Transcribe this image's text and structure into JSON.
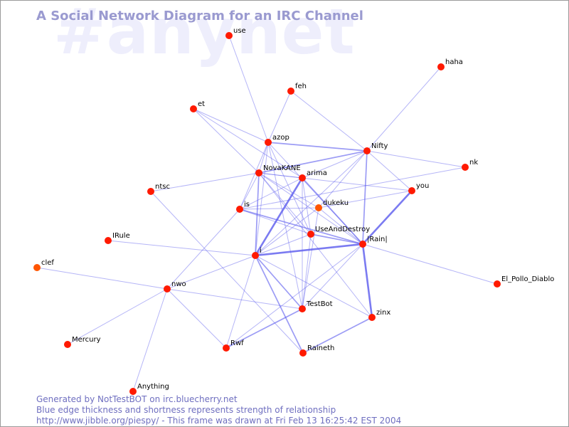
{
  "watermark": "#anynet",
  "title": "A Social Network Diagram for an IRC Channel",
  "footer": {
    "line1": "Generated by NotTestBOT on irc.bluecherry.net",
    "line2": "Blue edge thickness and shortness represents strength of relationship",
    "line3": "http://www.jibble.org/piespy/ - This frame was drawn at Fri Feb 13 16:25:42 EST 2004"
  },
  "colors": {
    "node": "#ff1a00",
    "node_recent": "#ff5500",
    "edge": "#5a5aee",
    "title": "#9a9ad0",
    "watermark": "#eeeefc",
    "footer": "#6f6fc0"
  },
  "nodes": [
    {
      "id": "use",
      "label": "use"
    },
    {
      "id": "haha",
      "label": "haha"
    },
    {
      "id": "feh",
      "label": "feh"
    },
    {
      "id": "et",
      "label": "et"
    },
    {
      "id": "azop",
      "label": "azop"
    },
    {
      "id": "nifty",
      "label": "Nifty"
    },
    {
      "id": "nk",
      "label": "nk"
    },
    {
      "id": "novakane",
      "label": "NovaKANE"
    },
    {
      "id": "arima",
      "label": "arima"
    },
    {
      "id": "ntsc",
      "label": "ntsc"
    },
    {
      "id": "you",
      "label": "you"
    },
    {
      "id": "dukeku",
      "label": "dukeku"
    },
    {
      "id": "is",
      "label": "is"
    },
    {
      "id": "useanddestroy",
      "label": "UseAndDestroy"
    },
    {
      "id": "irule",
      "label": "IRule"
    },
    {
      "id": "rain",
      "label": "|Rain|"
    },
    {
      "id": "i",
      "label": "i"
    },
    {
      "id": "clef",
      "label": "clef"
    },
    {
      "id": "nwo",
      "label": "nwo"
    },
    {
      "id": "elpollo",
      "label": "El_Pollo_Diablo"
    },
    {
      "id": "testbot",
      "label": "TestBot"
    },
    {
      "id": "zinx",
      "label": "zinx"
    },
    {
      "id": "mercury",
      "label": "Mercury"
    },
    {
      "id": "rwf",
      "label": "Rwf"
    },
    {
      "id": "raineth",
      "label": "Raineth"
    },
    {
      "id": "anything",
      "label": "Anything"
    }
  ],
  "edges": [
    {
      "from": "use",
      "to": "azop",
      "weight": 1
    },
    {
      "from": "haha",
      "to": "nifty",
      "weight": 1
    },
    {
      "from": "feh",
      "to": "azop",
      "weight": 1
    },
    {
      "from": "feh",
      "to": "nifty",
      "weight": 1
    },
    {
      "from": "et",
      "to": "azop",
      "weight": 1
    },
    {
      "from": "et",
      "to": "novakane",
      "weight": 1
    },
    {
      "from": "et",
      "to": "arima",
      "weight": 1
    },
    {
      "from": "azop",
      "to": "nifty",
      "weight": 2
    },
    {
      "from": "azop",
      "to": "novakane",
      "weight": 1
    },
    {
      "from": "azop",
      "to": "i",
      "weight": 1
    },
    {
      "from": "azop",
      "to": "is",
      "weight": 1
    },
    {
      "from": "azop",
      "to": "useanddestroy",
      "weight": 1
    },
    {
      "from": "azop",
      "to": "rain",
      "weight": 1
    },
    {
      "from": "azop",
      "to": "testbot",
      "weight": 1
    },
    {
      "from": "nifty",
      "to": "novakane",
      "weight": 2
    },
    {
      "from": "nifty",
      "to": "arima",
      "weight": 1
    },
    {
      "from": "nifty",
      "to": "nk",
      "weight": 1
    },
    {
      "from": "nifty",
      "to": "you",
      "weight": 1
    },
    {
      "from": "nifty",
      "to": "rain",
      "weight": 2
    },
    {
      "from": "nifty",
      "to": "dukeku",
      "weight": 1
    },
    {
      "from": "nifty",
      "to": "i",
      "weight": 1
    },
    {
      "from": "nk",
      "to": "is",
      "weight": 1
    },
    {
      "from": "novakane",
      "to": "ntsc",
      "weight": 1
    },
    {
      "from": "novakane",
      "to": "you",
      "weight": 1
    },
    {
      "from": "novakane",
      "to": "i",
      "weight": 2
    },
    {
      "from": "novakane",
      "to": "is",
      "weight": 1
    },
    {
      "from": "novakane",
      "to": "rain",
      "weight": 1
    },
    {
      "from": "novakane",
      "to": "arima",
      "weight": 1
    },
    {
      "from": "novakane",
      "to": "dukeku",
      "weight": 1
    },
    {
      "from": "novakane",
      "to": "useanddestroy",
      "weight": 1
    },
    {
      "from": "novakane",
      "to": "zinx",
      "weight": 1
    },
    {
      "from": "arima",
      "to": "i",
      "weight": 3
    },
    {
      "from": "arima",
      "to": "rain",
      "weight": 2
    },
    {
      "from": "arima",
      "to": "useanddestroy",
      "weight": 1
    },
    {
      "from": "arima",
      "to": "is",
      "weight": 1
    },
    {
      "from": "arima",
      "to": "testbot",
      "weight": 1
    },
    {
      "from": "ntsc",
      "to": "raineth",
      "weight": 1
    },
    {
      "from": "you",
      "to": "rain",
      "weight": 3
    },
    {
      "from": "you",
      "to": "dukeku",
      "weight": 1
    },
    {
      "from": "dukeku",
      "to": "is",
      "weight": 1
    },
    {
      "from": "dukeku",
      "to": "i",
      "weight": 1
    },
    {
      "from": "dukeku",
      "to": "rain",
      "weight": 1
    },
    {
      "from": "dukeku",
      "to": "testbot",
      "weight": 1
    },
    {
      "from": "is",
      "to": "useanddestroy",
      "weight": 1
    },
    {
      "from": "is",
      "to": "nwo",
      "weight": 1
    },
    {
      "from": "is",
      "to": "rain",
      "weight": 2
    },
    {
      "from": "useanddestroy",
      "to": "i",
      "weight": 1
    },
    {
      "from": "useanddestroy",
      "to": "rain",
      "weight": 2
    },
    {
      "from": "useanddestroy",
      "to": "testbot",
      "weight": 1
    },
    {
      "from": "irule",
      "to": "i",
      "weight": 1
    },
    {
      "from": "rain",
      "to": "i",
      "weight": 3
    },
    {
      "from": "rain",
      "to": "zinx",
      "weight": 3
    },
    {
      "from": "rain",
      "to": "testbot",
      "weight": 1
    },
    {
      "from": "rain",
      "to": "elpollo",
      "weight": 1
    },
    {
      "from": "rain",
      "to": "rwf",
      "weight": 1
    },
    {
      "from": "i",
      "to": "nwo",
      "weight": 1
    },
    {
      "from": "i",
      "to": "testbot",
      "weight": 2
    },
    {
      "from": "i",
      "to": "raineth",
      "weight": 2
    },
    {
      "from": "i",
      "to": "rwf",
      "weight": 1
    },
    {
      "from": "i",
      "to": "zinx",
      "weight": 1
    },
    {
      "from": "clef",
      "to": "nwo",
      "weight": 1
    },
    {
      "from": "nwo",
      "to": "mercury",
      "weight": 1
    },
    {
      "from": "nwo",
      "to": "rwf",
      "weight": 1
    },
    {
      "from": "nwo",
      "to": "anything",
      "weight": 1
    },
    {
      "from": "nwo",
      "to": "testbot",
      "weight": 1
    },
    {
      "from": "testbot",
      "to": "rwf",
      "weight": 2
    },
    {
      "from": "zinx",
      "to": "raineth",
      "weight": 2
    }
  ]
}
